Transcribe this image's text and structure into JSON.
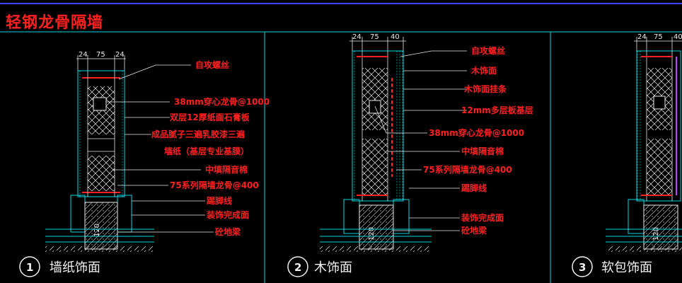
{
  "title": "轻钢龙骨隔墙",
  "panel1": {
    "dims": [
      "24",
      "75",
      "24"
    ],
    "labels": [
      "自攻螺丝",
      "38mm穿心龙骨@1000",
      "双层12厚纸面石膏板",
      "成品腻子三遍乳胶漆三遍",
      "墙纸（基层专业基膜）",
      "中填隔音棉",
      "75系列隔墙龙骨@400",
      "踢脚线",
      "装饰完成面",
      "砼地梁"
    ],
    "base_dim": "120",
    "caption_num": "1",
    "caption": "墙纸饰面"
  },
  "panel2": {
    "dims": [
      "24",
      "75",
      "40"
    ],
    "labels": [
      "自攻螺丝",
      "木饰面",
      "木饰面挂条",
      "12mm多层板基层",
      "38mm穿心龙骨@1000",
      "中填隔音棉",
      "75系列隔墙龙骨@400",
      "踢脚线",
      "装饰完成面",
      "砼地梁"
    ],
    "base_dim": "120",
    "caption_num": "2",
    "caption": "木饰面"
  },
  "panel3": {
    "dims": [
      "24",
      "75",
      "40"
    ],
    "base_dim": "120",
    "caption_num": "3",
    "caption": "软包饰面"
  },
  "colors": {
    "red": "#ff2020",
    "cyan": "#00d8e0",
    "white": "#e8e8e8",
    "blue": "#3a44ff",
    "magenta": "#c040ff"
  }
}
